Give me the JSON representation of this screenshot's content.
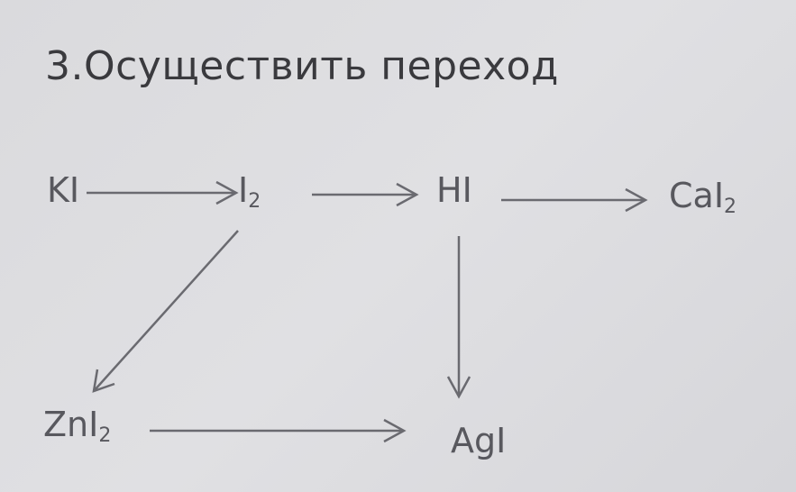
{
  "title": "3.Осуществить переход",
  "nodes": {
    "ki": {
      "base": "KI",
      "sub": ""
    },
    "i2": {
      "base": "I",
      "sub": "2"
    },
    "hi": {
      "base": "HI",
      "sub": ""
    },
    "cai2": {
      "base": "CaI",
      "sub": "2"
    },
    "zni2": {
      "base": "ZnI",
      "sub": "2"
    },
    "agi": {
      "base": "AgI",
      "sub": ""
    }
  }
}
